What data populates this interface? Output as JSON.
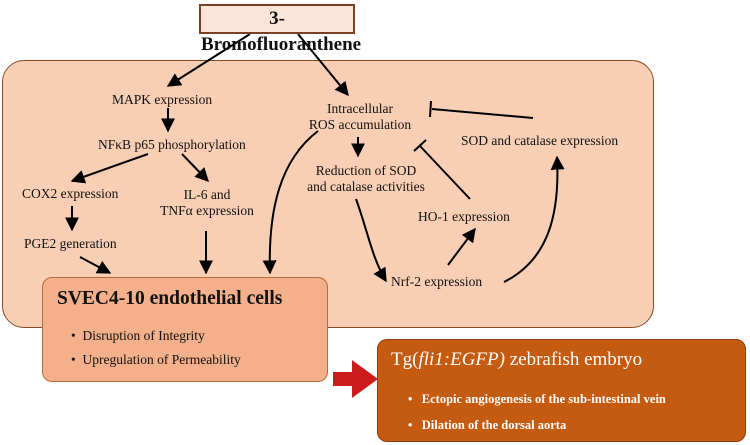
{
  "title": "3-Bromofluoranthene",
  "nodes": {
    "mapk": "MAPK expression",
    "nfkb": "NFκB p65 phosphorylation",
    "cox2": "COX2 expression",
    "pge2": "PGE2 generation",
    "il6_line1": "IL-6 and",
    "il6_line2": "TNFα expression",
    "ros_line1": "Intracellular",
    "ros_line2": "ROS accumulation",
    "reduction_line1": "Reduction of SOD",
    "reduction_line2": "and catalase activities",
    "sod_expression": "SOD and catalase expression",
    "ho1": "HO-1 expression",
    "nrf2": "Nrf-2  expression"
  },
  "svec": {
    "title": "SVEC4-10 endothelial cells",
    "bullets": [
      "Disruption of Integrity",
      "Upregulation of Permeability"
    ]
  },
  "zebrafish": {
    "prefix": "Tg(",
    "italic": "fli1:EGFP)",
    "suffix": " zebrafish embryo",
    "bullets": [
      "Ectopic angiogenesis of the sub-intestinal vein",
      "Dilation of the dorsal aorta"
    ]
  },
  "bullet_symbol": "•",
  "colors": {
    "panel_fill": "#f8cfb4",
    "svec_fill": "#f3b08a",
    "zebrafish_fill": "#c55a11",
    "big_arrow": "#cc1b1b"
  }
}
